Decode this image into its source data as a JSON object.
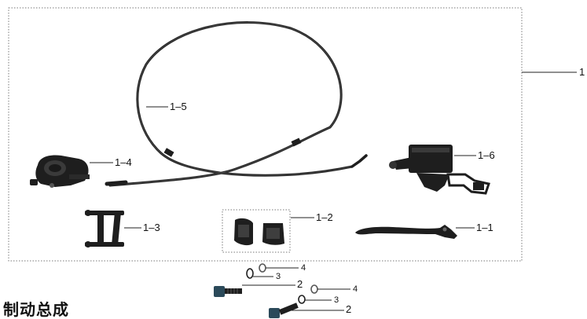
{
  "diagram": {
    "title": "制动总成",
    "assembly_label": "1",
    "callouts": {
      "cable": "1–5",
      "caliper": "1–4",
      "master_cylinder": "1–6",
      "pads": "1–2",
      "bracket": "1–3",
      "lever": "1–1",
      "washer_a": "4",
      "spacer_a": "3",
      "bolt_a": "2",
      "washer_b": "4",
      "spacer_b": "3",
      "bolt_b": "2"
    },
    "colors": {
      "part": "#1e1e1e",
      "part_highlight": "#555555",
      "leader": "#222222",
      "frame": "#7a7a7a"
    }
  }
}
